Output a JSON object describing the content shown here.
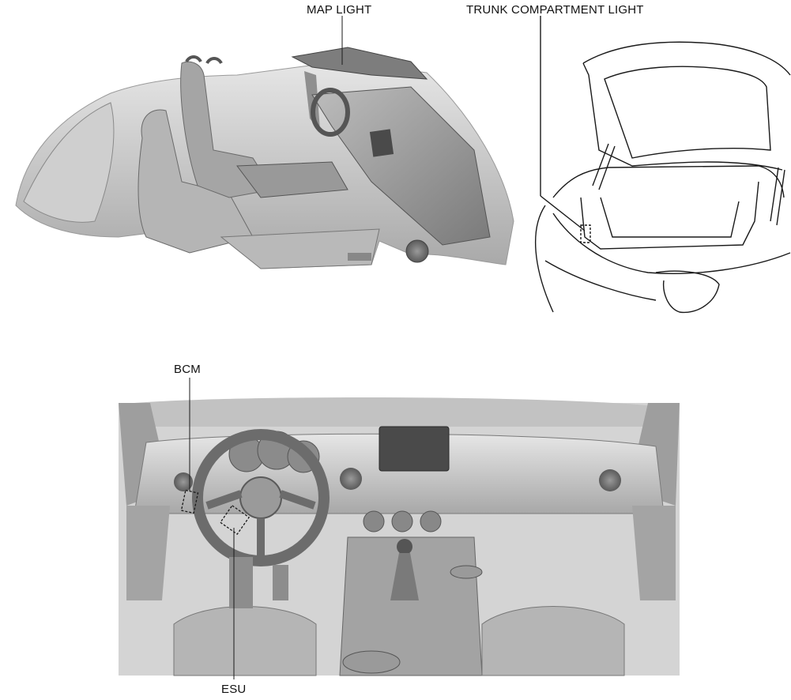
{
  "labels": {
    "map_light": "MAP LIGHT",
    "trunk_light": "TRUNK COMPARTMENT LIGHT",
    "bcm": "BCM",
    "esu": "ESU"
  },
  "colors": {
    "line": "#1a1a1a",
    "body_light": "#d9d9d9",
    "body_mid": "#a9a9a9",
    "body_dark": "#6e6e6e"
  }
}
